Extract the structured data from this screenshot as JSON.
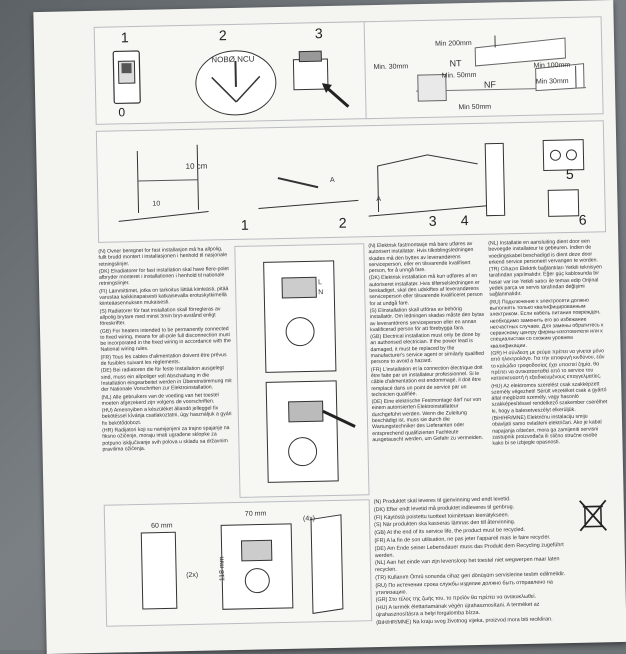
{
  "fig1": {
    "labels": [
      "1",
      "2",
      "3"
    ],
    "switch_zero": "0",
    "nobo_label": "NOBØ NCU"
  },
  "fig_clearance": {
    "min200": "Min 200mm",
    "min30": "Min. 30mm",
    "nt": "NT",
    "min50_top": "Min. 50mm",
    "nf": "NF",
    "min100": "Min 100mm",
    "min30r": "Min 30mm",
    "min50_bottom": "Min 50mm"
  },
  "fig2": {
    "labels": [
      "1",
      "2",
      "3",
      "4",
      "5",
      "6"
    ],
    "ten_cm": "10 cm",
    "ten": "10",
    "a": "A"
  },
  "fig_terminal": {
    "l_label": "L",
    "n_label": "N"
  },
  "fig_mount": {
    "d60": "60 mm",
    "d70": "70 mm",
    "d118": "118 mm",
    "x2": "(2x)",
    "x4": "(4x)"
  },
  "text_left": [
    "(N) Ovner beregnet for fast installasjon må ha allpolig, fullt brudd montert i installasjonen i henhold til nasjonale retningslinjer.",
    "(DK) Elradiatorer for fast installation skal have flere-polet afbryder monteret i installationen i henhold til nationale retningslinjer.",
    "(FI) Lämmittimet, jotka on tarkoitus liittää kiinteästi, pitää varustaa kaikkinapaisesti katkaisevalla erotuskytkimellä kiinteäasennuksen mukaisesti.",
    "(S) Radiatorer för fast installation skall förregleras av allpolig brytare med minst 3mm bryt-avstånd enligt föreskrifter.",
    "(GB) For heaters intended to be permanently connected to fixed wiring, means for all-pole full disconnection must be incorporated in the fixed wiring in accordance with the National wiring rules.",
    "(FR) Tous les cables d'alimentation doivent être prévus de fusibles suivant les règlements.",
    "(DE) Bei radiatoren die für feste Installation ausgelegt sind, muss ein allpoliger voll Abschaltung in die Installation eingearbeitet werden in Übereinstimmung mit der Nationale Vorschriften zur Elektroinstallation.",
    "(NL) Alle gebruikers van de voeding van het toestel moeten afgezekerd zijn volgens de voorschriften.",
    "(HU) Amennyiben a készüléket állandó jelleggel fix bekötéssel kívánja csatlakoztatni, úgy használjuk a gyári fix bekötődobozt.",
    "(HR) Radijatori koji su namijenjeni za trajno spajanje na fiksno ožičenje, moraju imati ugrađene sklopke za potpuno isključivanje svih polova u skladu sa državnim pravilima ožičenja."
  ],
  "text_mid": [
    "(N) Elektrisk fastmontasje må bare utføres av autorisert installatør. Hvis tilkoblingsledningen skades må den byttes av leverandørens serviceperson, eller en tilsvarende kvalifisert person, for å unngå fare.",
    "(DK) Elektrisk installation må kun udføres af en autoriseret installatør. Hvis tilførselsledningen er beskadiget, skal den udskiftes af leverandørens serviceperson eller tilsvarende kvalificeret person for at undgå fare.",
    "(S) Elinstallation skall utföras av behörig installatör. Om ledningen skadas måste den bytas av leverantörens serviceperson eller en annan kvalificerad person för att förebygga fara.",
    "(GB) Electrical installation must only be done by an authorised electrician. If the power lead is damaged, it must be replaced by the manufacturer's service agent or similarly qualified persons to avoid a hazard.",
    "(FR) L'installation et la connection électrique doit être faite par un installateur professionnel. Si le câble d'alimentation est endommagé, il doit être remplacé dans un point de service par un technicien qualifiée.",
    "(DE) Eine elektrische Festmontage darf nur von einem autorisierten Elektroinstallateur durchgeführt werden. Wenn die Zuleitung beschädigt ist, muss sie durch die Wartungstechniker des Lieferanten oder entsprechend qualifizierten Fachleute ausgetauscht werden, um Gefahr zu vermeiden."
  ],
  "text_right": [
    "(NL) Installatie en aansluiting dient door een bevoegde installateur te gebeuren. Indien de voedingskabel beschadigd is dient deze door erkend service personeel vervangen te worden.",
    "(TR) Cihazın Elektrik bağlantıları Yetkili teknisyen tarafından yapılmalıdır. Eğer güç kablosunda bir hasar var ise Yetkili satıcı ile temas edip Orijinal yedek parça ve servis tarafından değişimi sağlanmalıdır.",
    "(RU) Подключение к электросети должно выполнять только квалифицированным электриком. Если кабель питания поврежден, необходимо заменить его во избежание несчастных случаев. Для замены обратитесь к сервисному центру фирмы-изготовителя или к специалистам со схожим уровнем квалификации.",
    "(GR) Η σύνδεση με ρεύμα πρέπει να γίνεται μόνο από ηλεκτρολόγο. Για την αποφυγή κινδύνου, εάν το καλώδιο τροφοδοσίας έχει υποστεί ζημία, θα πρέπει να αντικατασταθεί από το service του κατασκευαστή ή εξειδικευμένους επαγγελματίες.",
    "(HU) Az elektromos szerelést csak szakképzett személy végezheti! Sérült vezetéket csak a gyártó által megbízott személy, vagy hasonló szakképesítéssel rendelkező szakember cserélhet ki, hogy a balesetveszélyt elkerüljük.",
    "(BiH/HR/MNE) Električnu instalaciju smiju obavljati samo ovlašteni električari. Ako je kabal napajanja oštećen, mora ga zamijeniti servisni zastupnik proizvođača ili slično stručne osobe kako bi se izbjegle opasnosti."
  ],
  "text_bottom": [
    "(N) Produktet skal leveres til gjenvinning ved endt levetid.",
    "(DK) Efter endt levetid må produktet indleveres til genbrug.",
    "(FI) Käytöstä poistettu tuotteet toimitetaan kierrätykseen.",
    "(S) När produkten ska kasseras lämnas den till återvinning.",
    "(GB) At the end of its service life, the product must be recycled.",
    "(FR) A la fin de son utilisation, ne pas jeter l'appareil mais le faire recycler.",
    "(DE) Am Ende seiner Lebensdauer muss das Produkt dem Recycling zugeführt werden.",
    "(NL) Aan het einde van zijn levensloop het toestel niet wegwerpen maar laten recyclen.",
    "(TR) Kullanım Ömrü sonunda cihaz geri dönüşüm servislerine teslim edilmelidir.",
    "(RU) По истечении срока службы изделие должно быть отправлено на утилизацию.",
    "(GR) Στο τέλος της ζωής του, το προϊόν θα πρέπει να ανακυκλωθεί.",
    "(HU) A termék élettartamának végén újrahasznosítani. A terméket az újrahasznosításra a helyi forgalomba bízza.",
    "(BiH/HR/MNE) Na kraju svog životnog vijeka, proizvod mora biti recikliran."
  ]
}
